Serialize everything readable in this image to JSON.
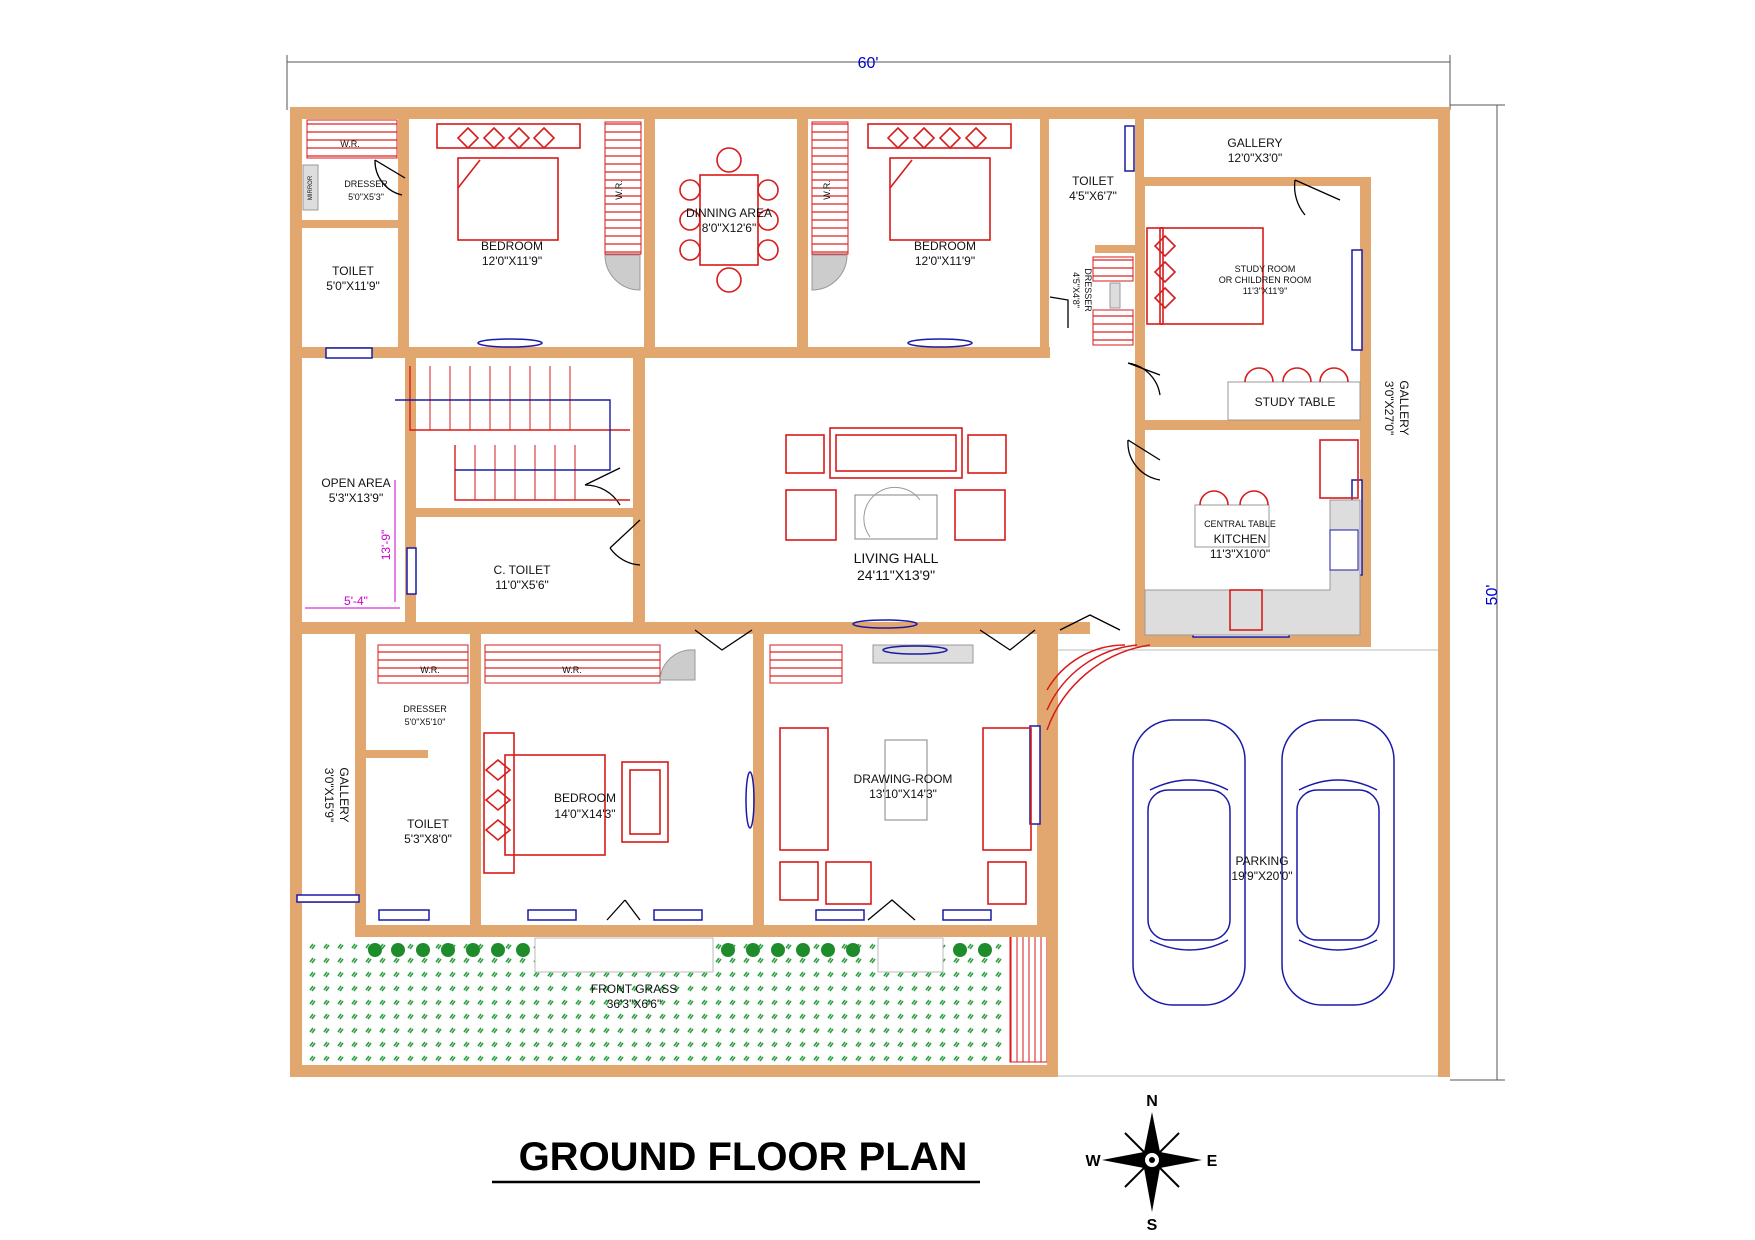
{
  "title": "GROUND FLOOR PLAN",
  "dimensions": {
    "width": "60'",
    "depth": "50'"
  },
  "open_area_dims": {
    "height": "13'-9\"",
    "width": "5'-4\""
  },
  "compass": {
    "n": "N",
    "s": "S",
    "e": "E",
    "w": "W"
  },
  "rooms": {
    "wr_top_left": "W.R.",
    "dresser_tl": {
      "name": "DRESSER",
      "size": "5'0\"X5'3\""
    },
    "mirror": "MIRROR",
    "toilet_tl": {
      "name": "TOILET",
      "size": "5'0\"X11'9\""
    },
    "bedroom_1": {
      "name": "BEDROOM",
      "size": "12'0\"X11'9\""
    },
    "wr_bed1": "W.R.",
    "dining": {
      "name": "DINNING AREA",
      "size": "8'0\"X12'6\""
    },
    "wr_bed2": "W.R.",
    "bedroom_2": {
      "name": "BEDROOM",
      "size": "12'0\"X11'9\""
    },
    "toilet_tr": {
      "name": "TOILET",
      "size": "4'5\"X6'7\""
    },
    "gallery_top": {
      "name": "GALLERY",
      "size": "12'0\"X3'0\""
    },
    "dresser_tr": {
      "name": "DRESSER",
      "size": "4'5\"X4'8\""
    },
    "study": {
      "name": "STUDY ROOM",
      "name2": "OR CHILDREN ROOM",
      "size": "11'3\"X11'9\""
    },
    "study_table": "STUDY TABLE",
    "gallery_right": {
      "name": "GALLERY",
      "size": "3'0\"X27'0\""
    },
    "open_area": {
      "name": "OPEN AREA",
      "size": "5'3\"X13'9\""
    },
    "c_toilet": {
      "name": "C. TOILET",
      "size": "11'0\"X5'6\""
    },
    "living": {
      "name": "LIVING HALL",
      "size": "24'11\"X13'9\""
    },
    "kitchen": {
      "name": "KITCHEN",
      "size": "11'3\"X10'0\"",
      "table": "CENTRAL TABLE"
    },
    "gallery_left": {
      "name": "GALLERY",
      "size": "3'0\"X15'9\""
    },
    "wr_b3a": "W.R.",
    "wr_b3b": "W.R.",
    "dresser_bl": {
      "name": "DRESSER",
      "size": "5'0\"X5'10\""
    },
    "bedroom_3": {
      "name": "BEDROOM",
      "size": "14'0\"X14'3\""
    },
    "toilet_bl": {
      "name": "TOILET",
      "size": "5'3\"X8'0\""
    },
    "drawing": {
      "name": "DRAWING-ROOM",
      "size": "13'10\"X14'3\""
    },
    "parking": {
      "name": "PARKING",
      "size": "19'9\"X20'0\""
    },
    "front_grass": {
      "name": "FRONT GRASS",
      "size": "36'3\"X6'6\""
    }
  },
  "colors": {
    "wall": "#e2a76f",
    "furniture": "#d81b1b",
    "fixtures": "#1a1aa8",
    "grass": "#2ea043"
  }
}
